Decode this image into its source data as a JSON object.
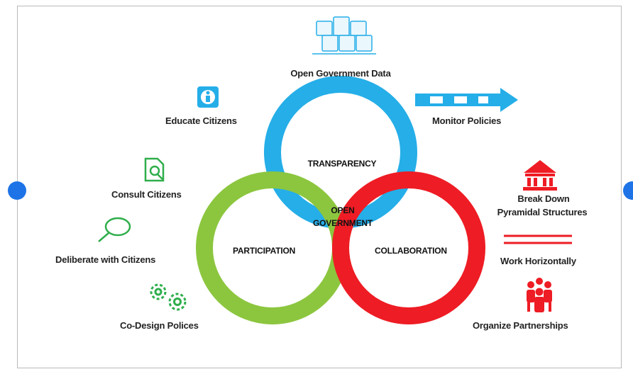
{
  "colors": {
    "transparency": "#25aee8",
    "participation": "#8cc63f",
    "collaboration": "#ee1c24",
    "handle": "#1e74e6"
  },
  "center": {
    "line1": "OPEN",
    "line2": "GOVERNMENT"
  },
  "rings": {
    "transparency": "TRANSPARENCY",
    "participation": "PARTICIPATION",
    "collaboration": "COLLABORATION"
  },
  "labels": {
    "open_data": "Open Government Data",
    "monitor": "Monitor Policies",
    "educate": "Educate Citizens",
    "consult": "Consult Citizens",
    "deliberate": "Deliberate with Citizens",
    "codesign": "Co-Design Polices",
    "breakdown_1": "Break Down",
    "breakdown_2": "Pyramidal Structures",
    "horizontal": "Work Horizontally",
    "partnerships": "Organize Partnerships"
  },
  "icons": [
    "database-servers-icon",
    "arrow-right-icon",
    "info-icon",
    "document-search-icon",
    "magnifier-icon",
    "gears-icon",
    "institution-building-icon",
    "horizontal-lines-icon",
    "people-group-icon"
  ]
}
